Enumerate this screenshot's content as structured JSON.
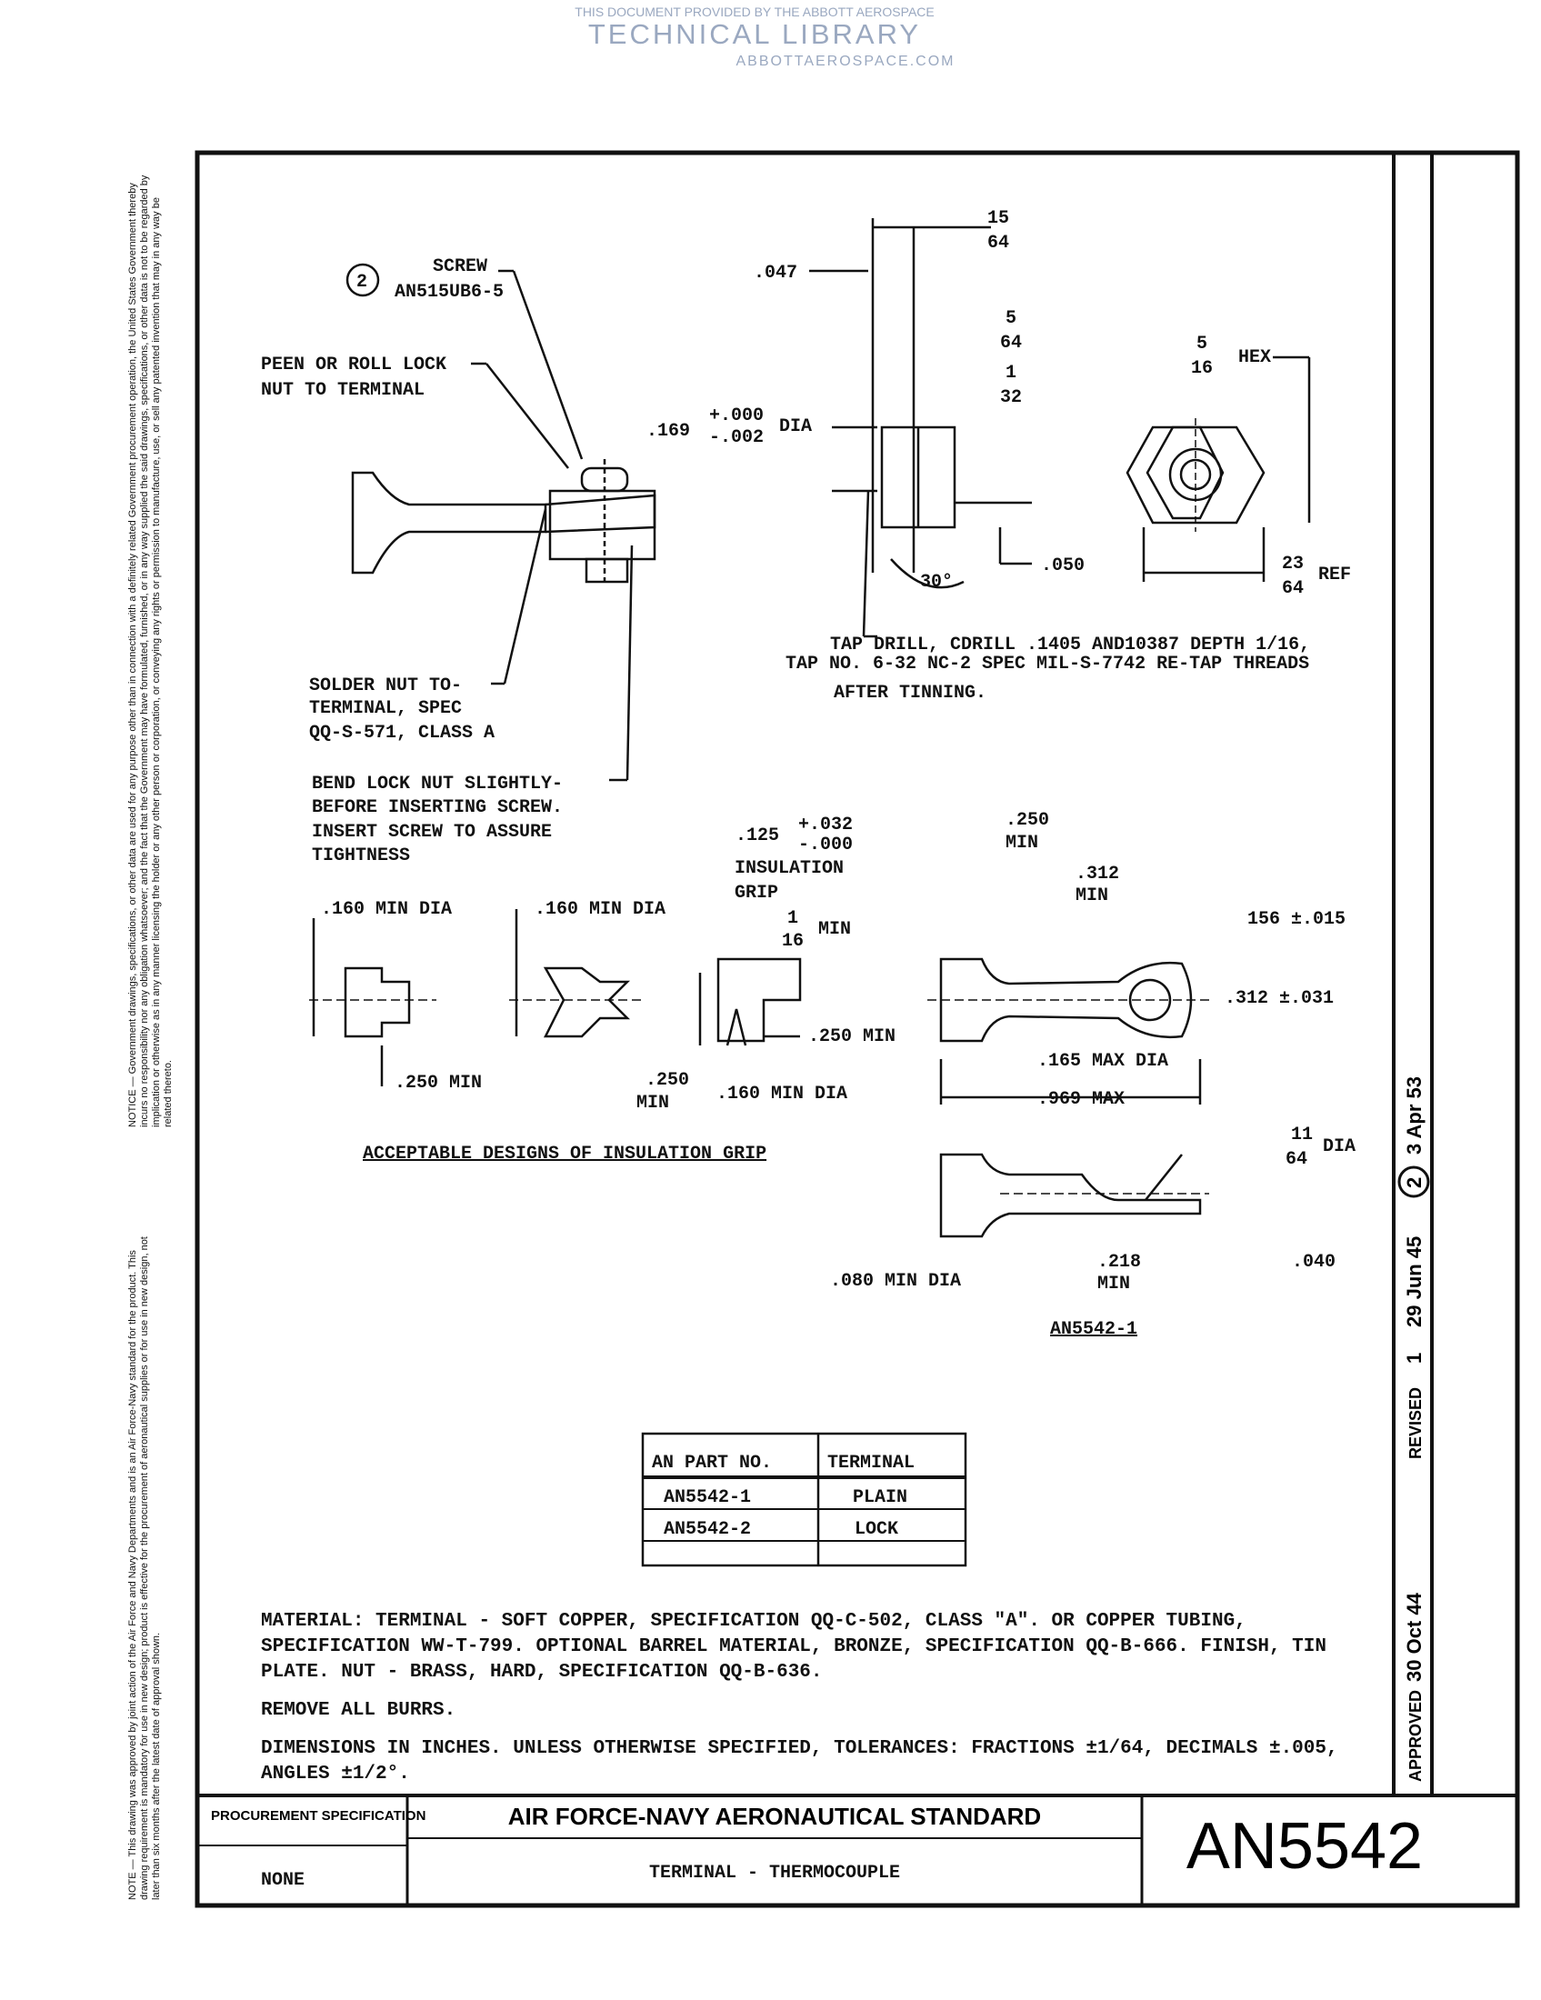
{
  "watermark": {
    "line1": "THIS DOCUMENT PROVIDED BY THE ABBOTT AEROSPACE",
    "line2": "TECHNICAL LIBRARY",
    "line3": "ABBOTTAEROSPACE.COM"
  },
  "margin_notice": "NOTICE — Government drawings, specifications, or other data are used for any purpose other than in connection with a definitely related Government procurement operation, the United States Government thereby incurs no responsibility nor any obligation whatsoever; and the fact that the Government may have formulated, furnished, or in any way supplied the said drawings, specifications, or other data is not to be regarded by implication or otherwise as in any manner licensing the holder or any other person or corporation, or conveying any rights or permission to manufacture, use, or sell any patented invention that may in any way be related thereto.",
  "margin_note": "NOTE — This drawing was approved by joint action of the Air Force and Navy Departments and is an Air Force-Navy standard for the product. This drawing requirement is mandatory for use in new design; product is effective for the procurement of aeronautical supplies or for use in new design, not later than six months after the latest date of approval shown.",
  "drawing": {
    "rev_circle": "2",
    "screw": "SCREW",
    "screw_part": "AN515UB6-5",
    "peen1": "PEEN OR ROLL LOCK",
    "peen2": "NUT TO TERMINAL",
    "solder1": "SOLDER NUT TO-",
    "solder2": "TERMINAL, SPEC",
    "solder3": "QQ-S-571, CLASS A",
    "bend1": "BEND LOCK NUT SLIGHTLY-",
    "bend2": "BEFORE INSERTING SCREW.",
    "bend3": "INSERT SCREW TO ASSURE",
    "bend4": "TIGHTNESS",
    "d047": ".047",
    "d15": "15",
    "d64a": "64",
    "d5": "5",
    "d64b": "64",
    "d1": "1",
    "d32": "32",
    "d169": ".169",
    "d169tol1": "+.000",
    "d169tol2": "-.002",
    "dia": "DIA",
    "d050": ".050",
    "d30": "30°",
    "hex5": "5",
    "hex16": "16",
    "hex": "HEX",
    "ref23": "23",
    "ref64": "64",
    "ref": "REF",
    "tap1": "TAP DRILL, CDRILL .1405 AND10387 DEPTH 1/16,",
    "tap2": "TAP NO. 6-32 NC-2 SPEC MIL-S-7742 RE-TAP THREADS",
    "tap3": "AFTER TINNING.",
    "d125": ".125",
    "d125tol1": "+.032",
    "d125tol2": "-.000",
    "ins1": "INSULATION",
    "ins2": "GRIP",
    "d250min": ".250",
    "min": "MIN",
    "d312min": ".312",
    "d156": "156 ±.015",
    "d312tol": ".312 ±.031",
    "d165": ".165 MAX DIA",
    "d969": ".969 MAX",
    "d11": "11",
    "d64c": "64",
    "d11dia": "DIA",
    "d040": ".040",
    "d218": ".218",
    "d080": ".080 MIN DIA",
    "an5542_1": "AN5542-1",
    "g160a": ".160 MIN DIA",
    "g160b": ".160 MIN DIA",
    "g1": "1",
    "g16": "16",
    "gmin": "MIN",
    "g250a": ".250 MIN",
    "g250b": ".250 MIN",
    "g250c": ".250",
    "g250cmin": "MIN",
    "g160c": ".160 MIN DIA",
    "grip_caption": "ACCEPTABLE DESIGNS OF INSULATION GRIP"
  },
  "table": {
    "headers": [
      "AN PART NO.",
      "TERMINAL"
    ],
    "rows": [
      [
        "AN5542-1",
        "PLAIN"
      ],
      [
        "AN5542-2",
        "LOCK"
      ],
      [
        "",
        ""
      ]
    ]
  },
  "notes": {
    "material": "MATERIAL:  TERMINAL - SOFT COPPER, SPECIFICATION QQ-C-502, CLASS \"A\". OR COPPER TUBING, SPECIFICATION WW-T-799.  OPTIONAL BARREL MATERIAL, BRONZE, SPECIFICATION QQ-B-666. FINISH, TIN PLATE.  NUT - BRASS, HARD, SPECIFICATION QQ-B-636.",
    "burrs": "REMOVE ALL BURRS.",
    "dims": "DIMENSIONS IN INCHES.  UNLESS OTHERWISE SPECIFIED, TOLERANCES:  FRACTIONS ±1/64, DECIMALS ±.005, ANGLES ±1/2°."
  },
  "revision": {
    "approved": "APPROVED",
    "approved_date": "30 Oct 44",
    "revised": "REVISED",
    "rev1": "1",
    "rev1_date": "29 Jun 45",
    "rev2": "2",
    "rev2_date": "3 Apr 53"
  },
  "title_block": {
    "procurement_label": "PROCUREMENT SPECIFICATION",
    "procurement_value": "NONE",
    "standard": "AIR FORCE-NAVY AERONAUTICAL STANDARD",
    "title": "TERMINAL - THERMOCOUPLE",
    "number": "AN5542"
  }
}
